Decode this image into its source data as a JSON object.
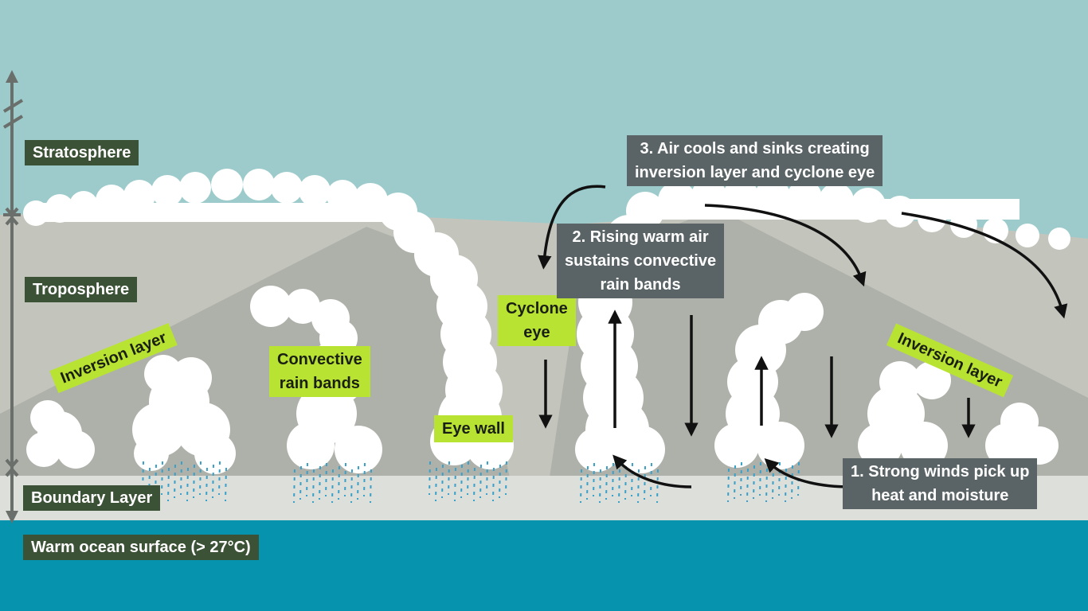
{
  "layers": {
    "stratosphere": "Stratosphere",
    "troposphere": "Troposphere",
    "boundary": "Boundary Layer",
    "ocean": "Warm ocean surface (> 27°C)"
  },
  "labels": {
    "inversion_left": "Inversion layer",
    "inversion_right": "Inversion layer",
    "convective": "Convective\nrain bands",
    "eye_wall": "Eye wall",
    "cyclone_eye": "Cyclone\neye"
  },
  "steps": {
    "step1": "1. Strong winds pick up\nheat and moisture",
    "step2": "2. Rising warm air\nsustains convective\nrain bands",
    "step3": "3. Air cools and sinks creating\ninversion layer and cyclone eye"
  },
  "colors": {
    "sky": "#9dcbcb",
    "troposphere": "#c3c5bd",
    "inner_troposphere": "#aeb1aa",
    "boundary": "#dcdfda",
    "ocean": "#0593ad",
    "cloud": "#ffffff",
    "rain": "#3aa0c8",
    "dark_label": "#3c5236",
    "grey_label": "#5a6466",
    "lime_label": "#b9e332"
  }
}
